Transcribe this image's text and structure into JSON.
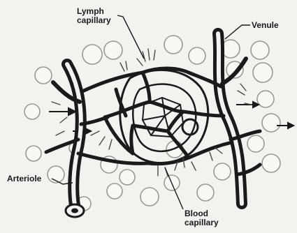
{
  "labels": {
    "lymph_capillary": [
      "Lymph",
      "capillary"
    ],
    "venule": "Venule",
    "arteriole": "Arteriole",
    "blood_capillary": [
      "Blood",
      "capillary"
    ]
  },
  "colors": {
    "ink": "#1a1a1a",
    "background": "#f4f2ee",
    "cell_fill": "#f8f7f4",
    "cell_stroke": "#9a9893"
  }
}
